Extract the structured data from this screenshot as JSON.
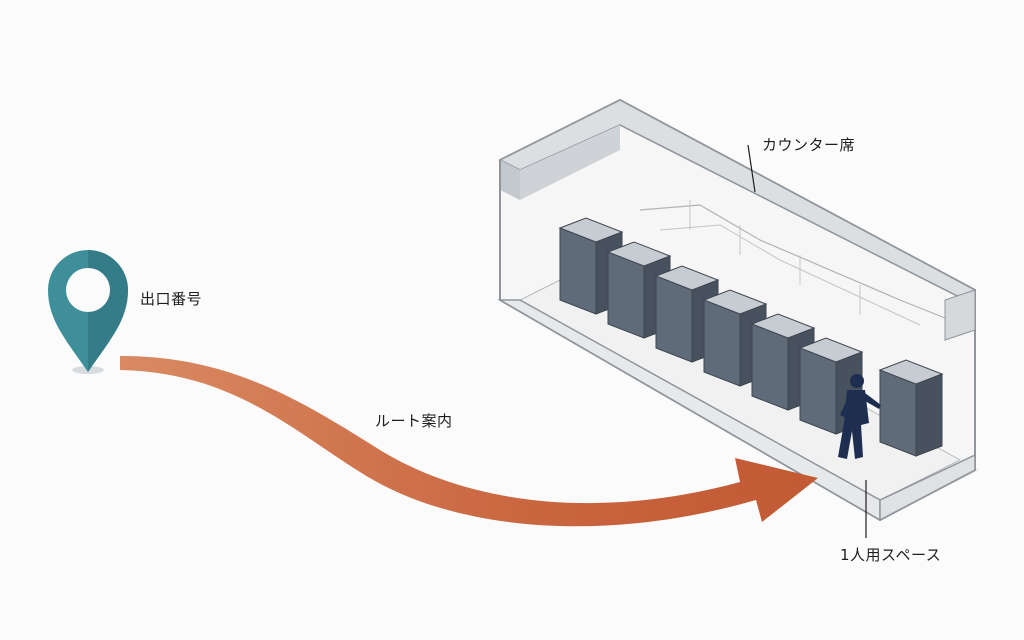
{
  "labels": {
    "exit_number": "出口番号",
    "route_guide": "ルート案内",
    "counter_seats": "カウンター席",
    "single_space": "1人用スペース"
  },
  "colors": {
    "pin": "#3f8f9a",
    "pin_dark": "#2f7480",
    "arrow": "#c9653f",
    "booth": "#5f6b79",
    "booth_dark": "#48525e",
    "person": "#1e2e50",
    "outline": "#9aa0a6"
  },
  "icons": {
    "pin": "map-pin-icon",
    "arrow": "route-arrow",
    "person": "person-figure"
  }
}
